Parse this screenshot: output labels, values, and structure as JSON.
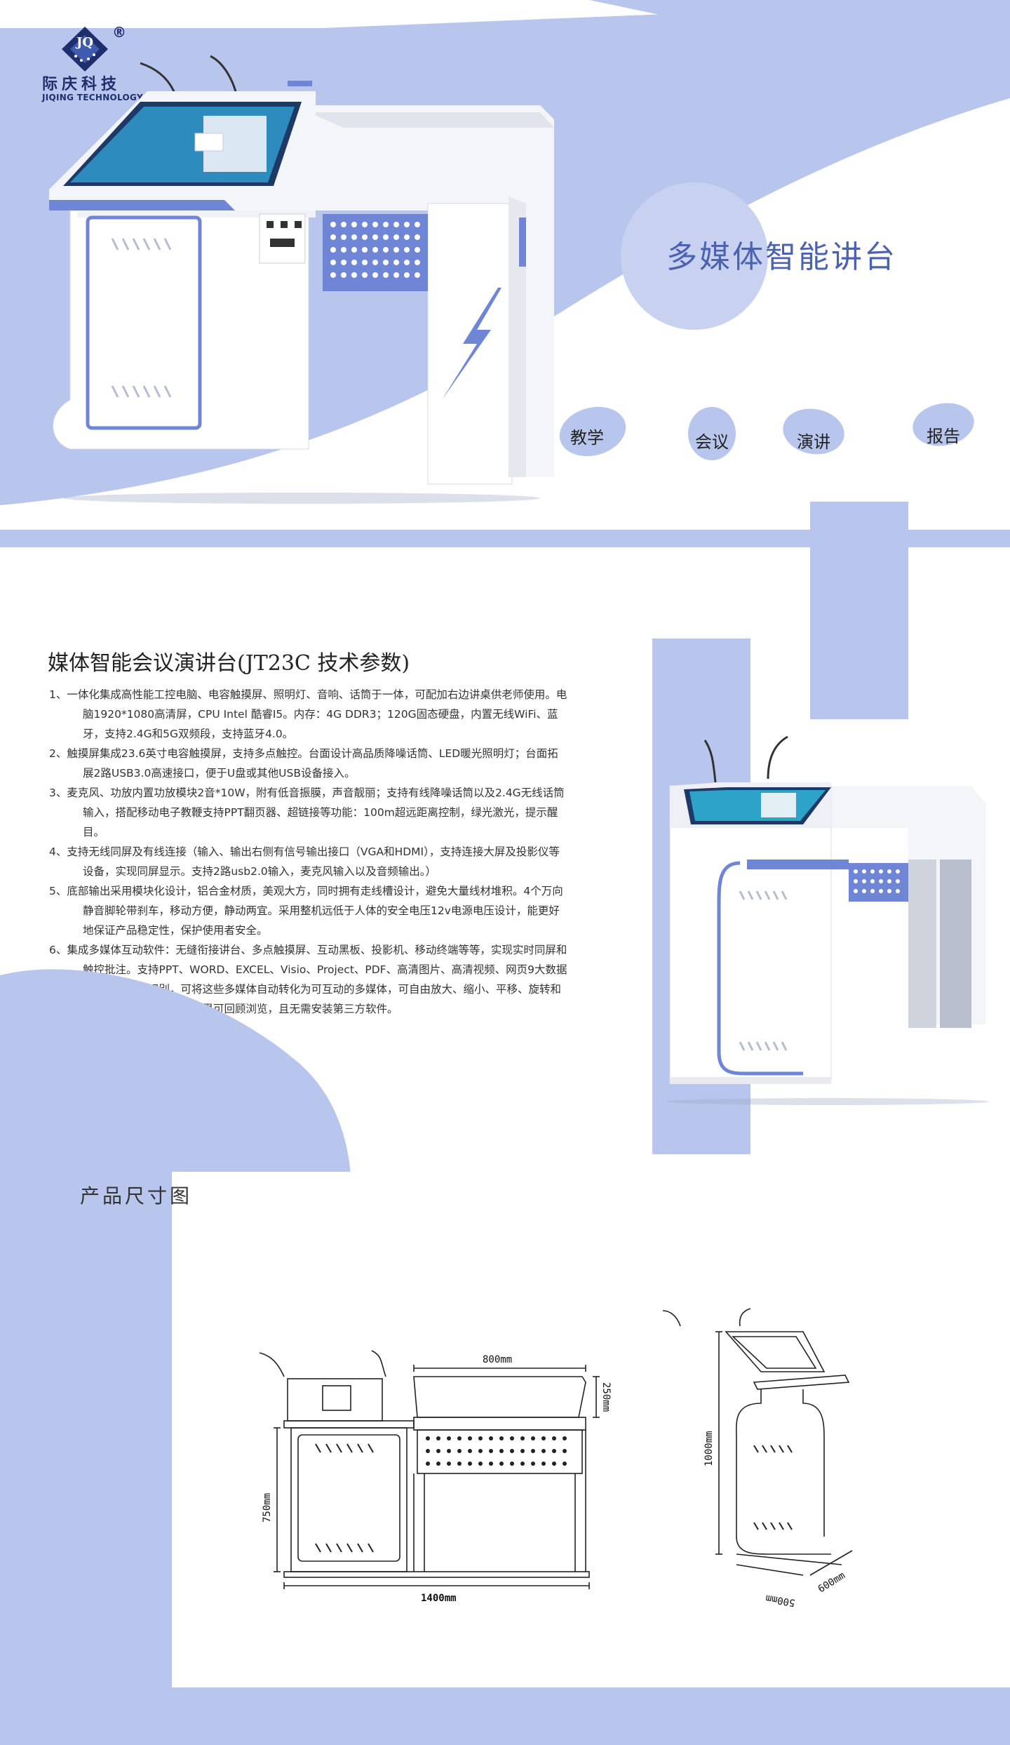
{
  "brand": {
    "logo_letters": "JQ",
    "registered": "®",
    "name_cn": "际庆科技",
    "name_en": "JIQING TECHNOLOGY"
  },
  "hero": {
    "title": "多媒体智能讲台",
    "tags": [
      "教学",
      "会议",
      "演讲",
      "报告"
    ]
  },
  "specs": {
    "title": "媒体智能会议演讲台(JT23C 技术参数)",
    "items": [
      "1、一体化集成高性能工控电脑、电容触摸屏、照明灯、音响、话筒于一体，可配加右边讲桌供老师使用。电脑1920*1080高清屏，CPU Intel 酷睿I5。内存：4G DDR3；120G固态硬盘，内置无线WiFi、蓝牙，支持2.4G和5G双频段，支持蓝牙4.0。",
      "2、触摸屏集成23.6英寸电容触摸屏，支持多点触控。台面设计高品质降噪话筒、LED暖光照明灯；台面拓展2路USB3.0高速接口，便于U盘或其他USB设备接入。",
      "3、麦克风、功放内置功放模块2音*10W，附有低音振膜，声音靓丽；支持有线降噪话筒以及2.4G无线话筒输入，搭配移动电子教鞭支持PPT翻页器、超链接等功能：100m超远距离控制，绿光激光，提示醒目。",
      "4、支持无线同屏及有线连接（输入、输出右侧有信号输出接口（VGA和HDMI），支持连接大屏及投影仪等设备，实现同屏显示。支持2路usb2.0输入，麦克风输入以及音频输出。）",
      "5、底部输出采用模块化设计，铝合金材质，美观大方，同时拥有走线槽设计，避免大量线材堆积。4个万向静音脚轮带刹车，移动方便，静动两宜。采用整机远低于人体的安全电压12v电源电压设计，能更好地保证产品稳定性，保护使用者安全。",
      "6、集成多媒体互动软件：无缝衔接讲台、多点触摸屏、互动黑板、投影机、移动终端等等，实现实时同屏和触控批注。支持PPT、WORD、EXCEL、Visio、Project、PDF、高清图片、高清视频、网页9大数据格式文档智能识别，可将这些多媒体自动转化为可互动的多媒体，可自由放大、缩小、平移、旋转和标注多媒体内容，标注结果可回顾浏览，且无需安装第三方软件。"
    ]
  },
  "dimensions": {
    "title": "产品尺寸图",
    "front": {
      "width": "800mm",
      "top_height": "250mm",
      "height": "750mm",
      "total_width": "1400mm"
    },
    "side": {
      "height": "1000mm",
      "depth": "500mm",
      "width": "600mm"
    }
  },
  "colors": {
    "accent_light": "#b8c5ec",
    "accent": "#6f85d6",
    "accent_dark": "#4a62b0",
    "brand_navy": "#1f2f6e"
  }
}
